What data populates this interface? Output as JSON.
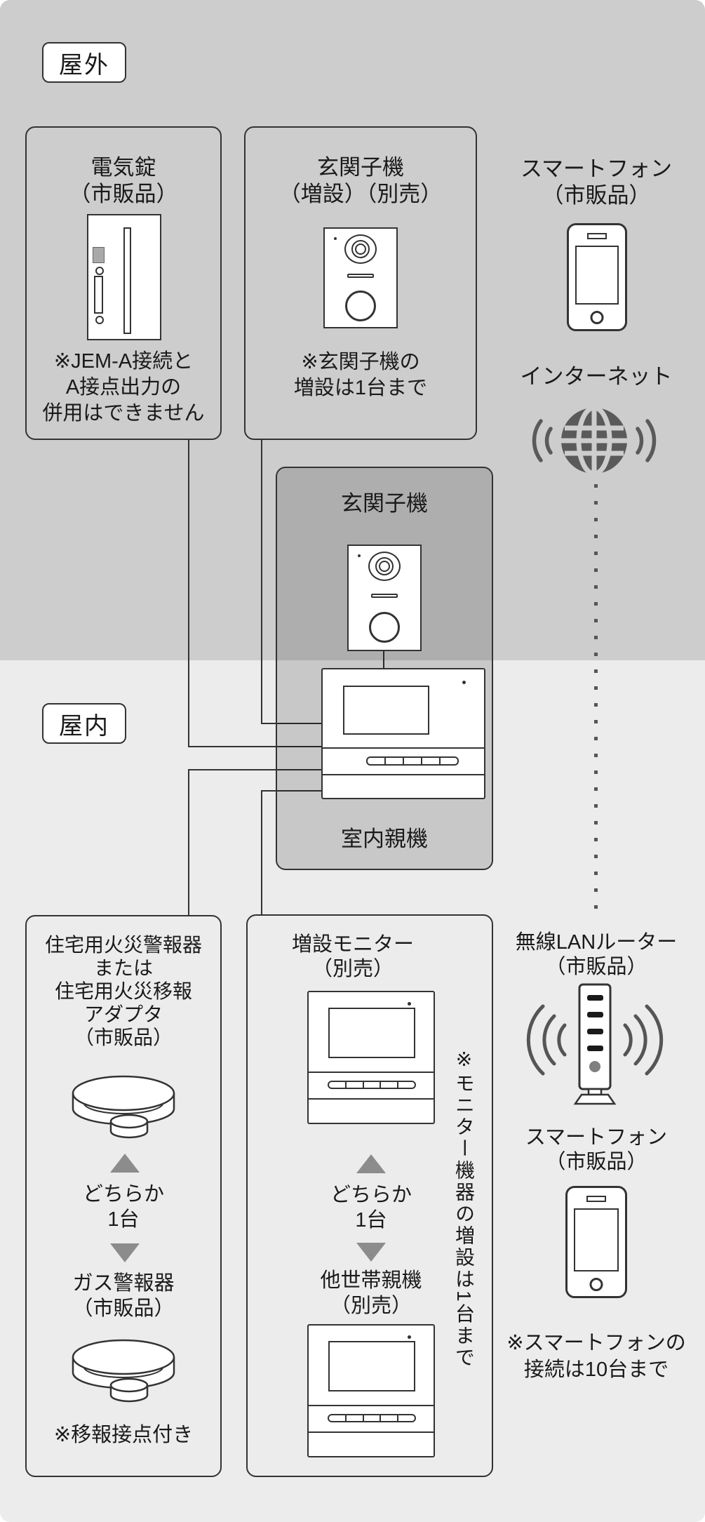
{
  "zones": {
    "outdoor_label": "屋外",
    "indoor_label": "屋内"
  },
  "electric_lock": {
    "title": [
      "電気錠",
      "（市販品）"
    ],
    "note": [
      "※JEM-A接続と",
      "A接点出力の",
      "併用はできません"
    ]
  },
  "entrance_sub_expansion": {
    "title": [
      "玄関子機",
      "（増設）（別売）"
    ],
    "note": [
      "※玄関子機の",
      "増設は1台まで"
    ]
  },
  "smartphone_top": {
    "title": [
      "スマートフォン",
      "（市販品）"
    ]
  },
  "internet": {
    "label": "インターネット"
  },
  "main_unit": {
    "entrance_sub_label": "玄関子機",
    "indoor_main_label": "室内親機"
  },
  "fire_alarm": {
    "title": [
      "住宅用火災警報器",
      "または",
      "住宅用火災移報",
      "アダプタ",
      "（市販品）"
    ],
    "either_one": [
      "どちらか",
      "1台"
    ],
    "gas_alarm_title": [
      "ガス警報器",
      "（市販品）"
    ],
    "note": "※移報接点付き"
  },
  "expansion_monitor": {
    "title": [
      "増設モニター",
      "（別売）"
    ],
    "either_one": [
      "どちらか",
      "1台"
    ],
    "other_household_title": [
      "他世帯親機",
      "（別売）"
    ],
    "vertical_note": "※モニター機器の増設は1台まで"
  },
  "router": {
    "title": [
      "無線LANルーター",
      "（市販品）"
    ]
  },
  "smartphone_bottom": {
    "title": [
      "スマートフォン",
      "（市販品）"
    ],
    "note": [
      "※スマートフォンの",
      "接続は10台まで"
    ]
  },
  "colors": {
    "outdoor_bg": "#cdcdcd",
    "indoor_bg": "#ececec",
    "line": "#333333",
    "internet_icon": "#5a5a5a",
    "triangle": "#8c8c8c"
  }
}
